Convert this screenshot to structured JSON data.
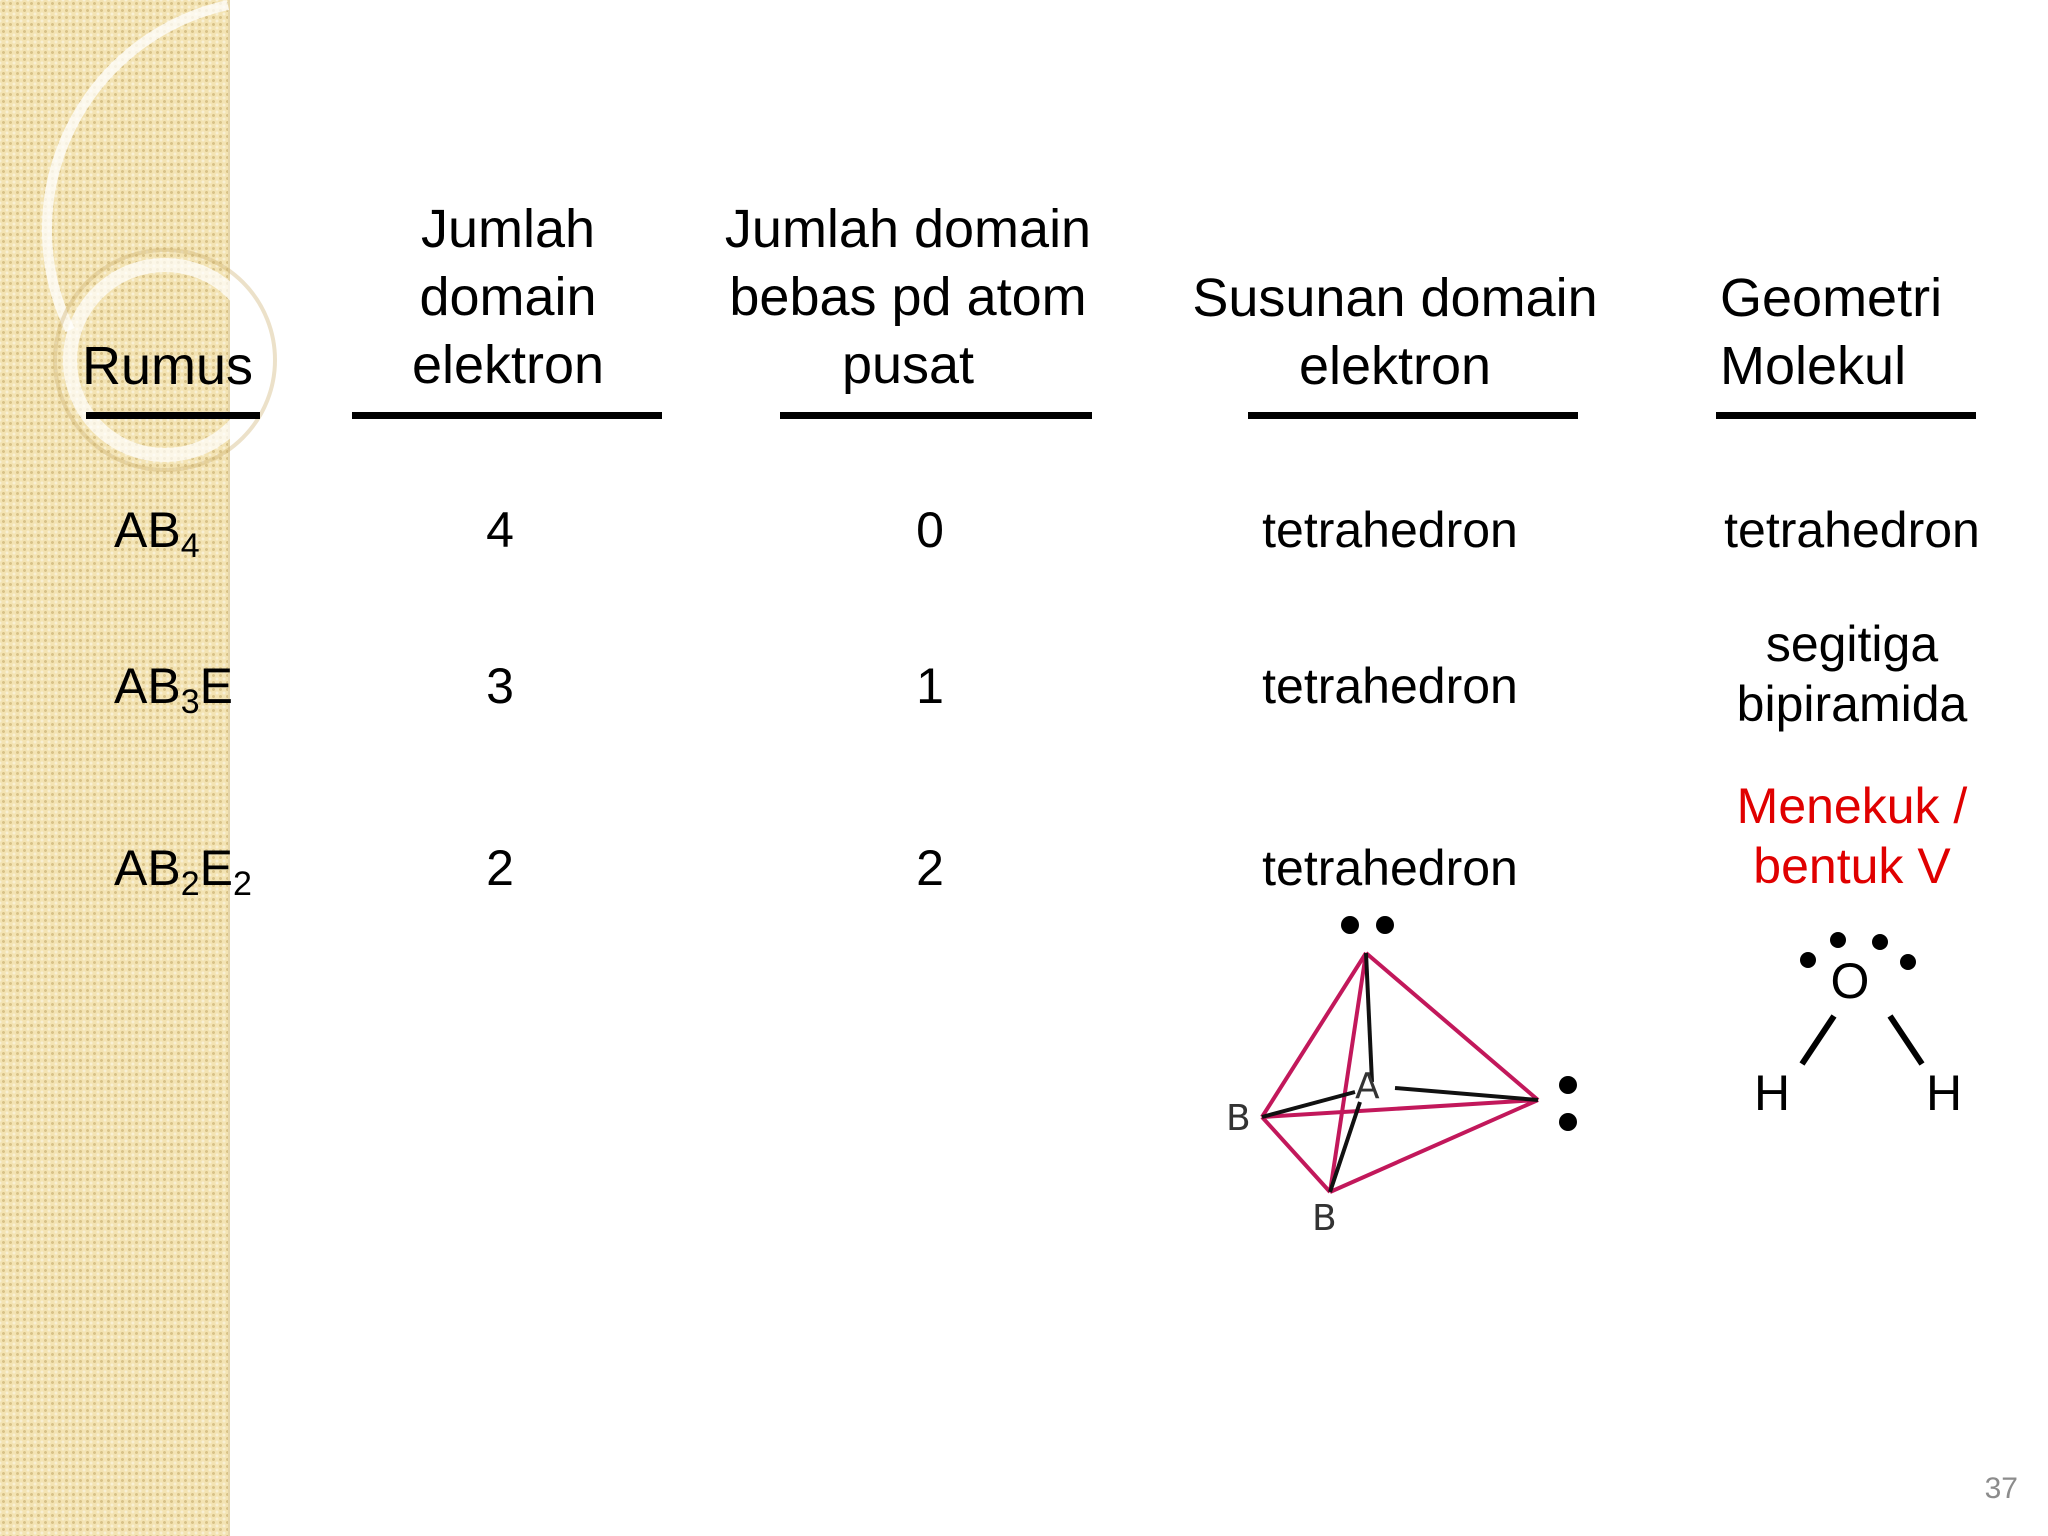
{
  "headers": {
    "rumus": "Rumus",
    "jumlah_domain_elektron": [
      "Jumlah",
      "domain",
      "elektron"
    ],
    "jumlah_domain_bebas": [
      "Jumlah domain",
      "bebas pd atom",
      "pusat"
    ],
    "susunan_domain": [
      "Susunan domain",
      "elektron"
    ],
    "geometri": [
      "Geometri",
      "Molekul"
    ]
  },
  "rows": [
    {
      "formula_base": "AB",
      "formula_sub1": "4",
      "formula_mid": "",
      "formula_sub2": "",
      "domain_count": "4",
      "free_domain": "0",
      "arrangement": "tetrahedron",
      "geometry": [
        "tetrahedron"
      ]
    },
    {
      "formula_base": "AB",
      "formula_sub1": "3",
      "formula_mid": "E",
      "formula_sub2": "",
      "domain_count": "3",
      "free_domain": "1",
      "arrangement": "tetrahedron",
      "geometry": [
        "segitiga",
        "bipiramida"
      ]
    },
    {
      "formula_base": "AB",
      "formula_sub1": "2",
      "formula_mid": "E",
      "formula_sub2": "2",
      "domain_count": "2",
      "free_domain": "2",
      "arrangement": "tetrahedron",
      "geometry": [
        "Menekuk /",
        "bentuk V"
      ]
    }
  ],
  "diagram_tetra": {
    "center": "A",
    "b1": "B",
    "b2": "B"
  },
  "diagram_water": {
    "center": "O",
    "h1": "H",
    "h2": "H"
  },
  "page_number": "37",
  "colors": {
    "highlight": "#e00000",
    "bond": "#c2185b",
    "band": "#f3e3b3"
  }
}
